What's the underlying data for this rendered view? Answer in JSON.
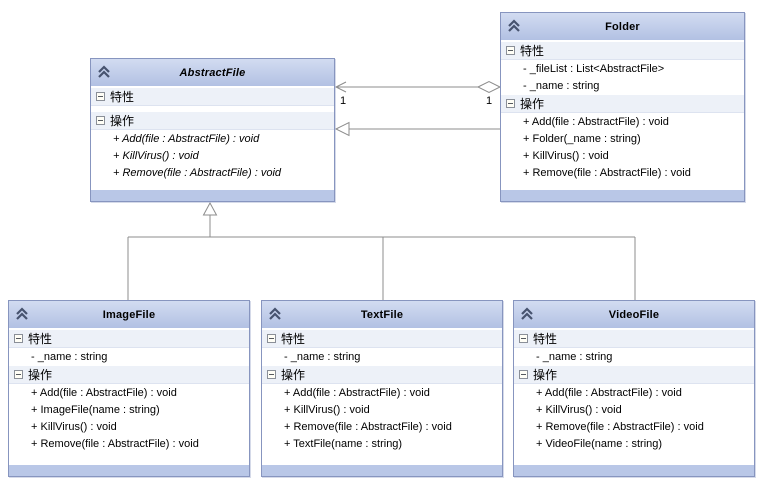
{
  "diagram": {
    "attributes_section_label": "特性",
    "operations_section_label": "操作",
    "colors": {
      "header_top": "#d2dcf1",
      "header_bottom": "#b2c1e3",
      "box_border": "#8795bf",
      "section_bg": "#edf1f8",
      "footer_bg": "#b9c7e7",
      "connector": "#8c8c8c",
      "text": "#000000"
    },
    "icons": {
      "collapse": "double-chevron-up",
      "section_collapse": "minus-box"
    }
  },
  "classes": [
    {
      "name": "AbstractFile",
      "abstract": true,
      "attributes": [],
      "operations": [
        "+ Add(file : AbstractFile) : void",
        "+ KillVirus() : void",
        "+ Remove(file : AbstractFile) : void"
      ]
    },
    {
      "name": "Folder",
      "abstract": false,
      "attributes": [
        "- _fileList : List<AbstractFile>",
        "- _name : string"
      ],
      "operations": [
        "+ Add(file : AbstractFile) : void",
        "+ Folder(_name : string)",
        "+ KillVirus() : void",
        "+ Remove(file : AbstractFile) : void"
      ]
    },
    {
      "name": "ImageFile",
      "abstract": false,
      "attributes": [
        "- _name : string"
      ],
      "operations": [
        "+ Add(file : AbstractFile) : void",
        "+ ImageFile(name : string)",
        "+ KillVirus() : void",
        "+ Remove(file : AbstractFile) : void"
      ]
    },
    {
      "name": "TextFile",
      "abstract": false,
      "attributes": [
        "- _name : string"
      ],
      "operations": [
        "+ Add(file : AbstractFile) : void",
        "+ KillVirus() : void",
        "+ Remove(file : AbstractFile) : void",
        "+ TextFile(name : string)"
      ]
    },
    {
      "name": "VideoFile",
      "abstract": false,
      "attributes": [
        "- _name : string"
      ],
      "operations": [
        "+ Add(file : AbstractFile) : void",
        "+ KillVirus() : void",
        "+ Remove(file : AbstractFile) : void",
        "+ VideoFile(name : string)"
      ]
    }
  ],
  "relationships": {
    "aggregation": {
      "type": "aggregation",
      "from": "Folder",
      "to": "AbstractFile",
      "source_multiplicity": "1",
      "target_multiplicity": "1"
    },
    "folder_generalization": {
      "type": "generalization",
      "from": "Folder",
      "to": "AbstractFile"
    },
    "files_generalization": {
      "type": "generalization",
      "from": [
        "ImageFile",
        "TextFile",
        "VideoFile"
      ],
      "to": "AbstractFile"
    }
  }
}
